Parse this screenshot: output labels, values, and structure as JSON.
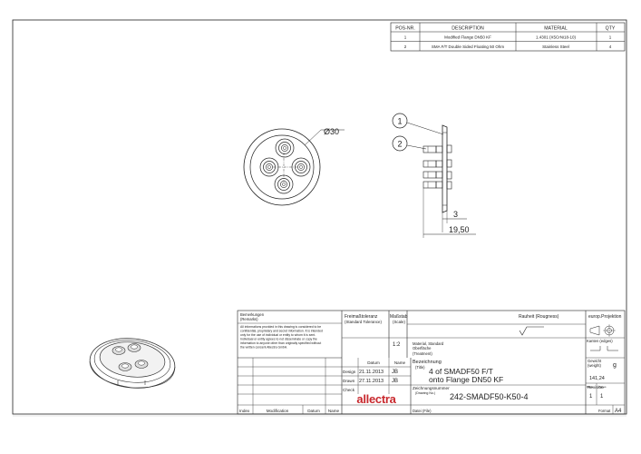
{
  "bom": {
    "headers": {
      "pos": "POS-NR.",
      "desc": "DESCRIPTION",
      "mat": "MATERIAL",
      "qty": "QTY"
    },
    "rows": [
      {
        "pos": "1",
        "desc": "Modified Flange DN50 KF",
        "mat": "1.4301 (X5CrNi18-10)",
        "qty": "1"
      },
      {
        "pos": "2",
        "desc": "SMA F/T Double Sided Floating 50 Ohm",
        "mat": "Stainless Steel",
        "qty": "4"
      }
    ]
  },
  "views": {
    "diameter_label": "Ø30",
    "dim_thickness": "3",
    "dim_length": "19,50",
    "balloon_1": "1",
    "balloon_2": "2"
  },
  "title_block": {
    "remarks_title": "Bemerkungen",
    "remarks_sub": "(Remarks)",
    "disclaimer": [
      "All informations provided in this drawing is considered to be",
      "confidential, proprietary and secret information. It is intended",
      "only for the use of individual or entity to whom it is sent.",
      "Individual or entity agrees to not disseminate or copy the",
      "information to anyone other than originally specified without",
      "the written consent Allectra GmbH."
    ],
    "tolerance_title": "Freimaßtoleranz",
    "tolerance_sub": "(Standard Tolerance)",
    "scale_title": "Maßstab",
    "scale_sub": "(Scale)",
    "scale_value": "1:2",
    "roughness": "Rauheit (Rougness)",
    "projection_title": "europ.Projektion",
    "edges_title": "Kanten (edges)",
    "material_line1": "Material, Standard",
    "material_line2": "Oberfläche",
    "material_line3": "(Treatment)",
    "weight_title": "Gewicht",
    "weight_sub": "(weight)",
    "weight_unit": "g",
    "weight_value": "141,24",
    "page_label_1": "Page",
    "page_label_2": "Pages",
    "page_value": "1",
    "pages_value": "1",
    "datum": "Datum",
    "name": "Name",
    "design_label": "Design",
    "design_date": "21.11.2013",
    "design_name": "JB",
    "drawn_label": "Drawn",
    "drawn_date": "27.11.2013",
    "drawn_name": "JB",
    "check_label": "Check",
    "bezeichnung_title": "Bezeichnung",
    "bezeichnung_sub": "(Title)",
    "title_line1": "4 of SMADF50 F/T",
    "title_line2": "onto Flange DN50 KF",
    "zeichnung_title": "Zeichnungsnummer",
    "zeichnung_sub": "(Drawing No.)",
    "drawing_number": "242-SMADF50-K50-4",
    "revision_label": "Revision",
    "index_label": "Index",
    "modification_label": "Modification",
    "datum_bottom": "Datum",
    "name_bottom": "Name",
    "file_label": "Datei (File)",
    "format_label": "Format",
    "format_value": "A4",
    "logo": "allectra"
  },
  "colors": {
    "line": "#222222",
    "logo_red": "#c8282d"
  }
}
